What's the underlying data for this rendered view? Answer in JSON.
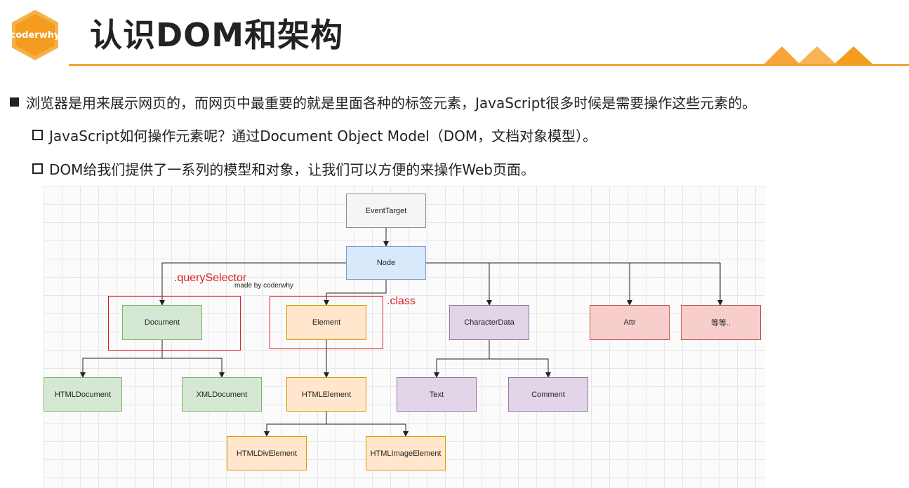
{
  "header": {
    "logo_text": "coderwhy",
    "title": "认识DOM和架构"
  },
  "bullets": [
    "浏览器是用来展示网页的，而网页中最重要的就是里面各种的标签元素，JavaScript很多时候是需要操作这些元素的。",
    "JavaScript如何操作元素呢？通过Document Object Model（DOM，文档对象模型）。",
    "DOM给我们提供了一系列的模型和对象，让我们可以方便的来操作Web页面。"
  ],
  "diagram": {
    "nodes": {
      "eventtarget": "EventTarget",
      "node": "Node",
      "document": "Document",
      "element": "Element",
      "characterdata": "CharacterData",
      "attr": "Attr",
      "etc": "等等..",
      "htmldocument": "HTMLDocument",
      "xmldocument": "XMLDocument",
      "htmlelement": "HTMLElement",
      "text": "Text",
      "comment": "Comment",
      "htmldivelement": "HTMLDivElement",
      "htmlimageelement": "HTMLImageElement"
    },
    "annotations": {
      "query_selector": ".querySelector",
      "class": ".class",
      "watermark": "made by coderwhy"
    },
    "colors": {
      "accent": "#f0a431",
      "annotation_red": "#d9202a"
    }
  }
}
